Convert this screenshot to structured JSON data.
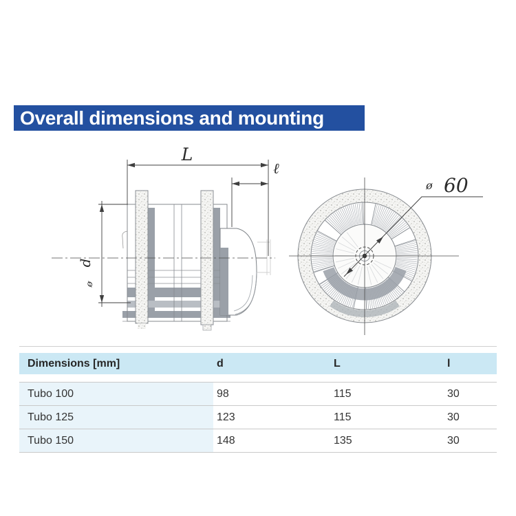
{
  "page": {
    "background": "#ffffff"
  },
  "header": {
    "title": "Overall dimensions and mounting",
    "bg_color": "#2350a0",
    "text_color": "#ffffff"
  },
  "drawing": {
    "side_view": {
      "label_length": "L",
      "label_spigot": "ℓ",
      "label_diameter": "d",
      "dia_symbol": "ø"
    },
    "front_view": {
      "dia_symbol": "ø",
      "dia_value": "60"
    }
  },
  "table": {
    "headers": [
      "Dimensions [mm]",
      "d",
      "L",
      "l"
    ],
    "rows": [
      {
        "name": "Tubo 100",
        "d": "98",
        "L": "115",
        "l": "30"
      },
      {
        "name": "Tubo 125",
        "d": "123",
        "L": "115",
        "l": "30"
      },
      {
        "name": "Tubo 150",
        "d": "148",
        "L": "135",
        "l": "30"
      }
    ],
    "colors": {
      "header_bg": "#cbe8f4",
      "first_col_bg": "#e9f4fa",
      "border": "#c9c9c9"
    }
  }
}
